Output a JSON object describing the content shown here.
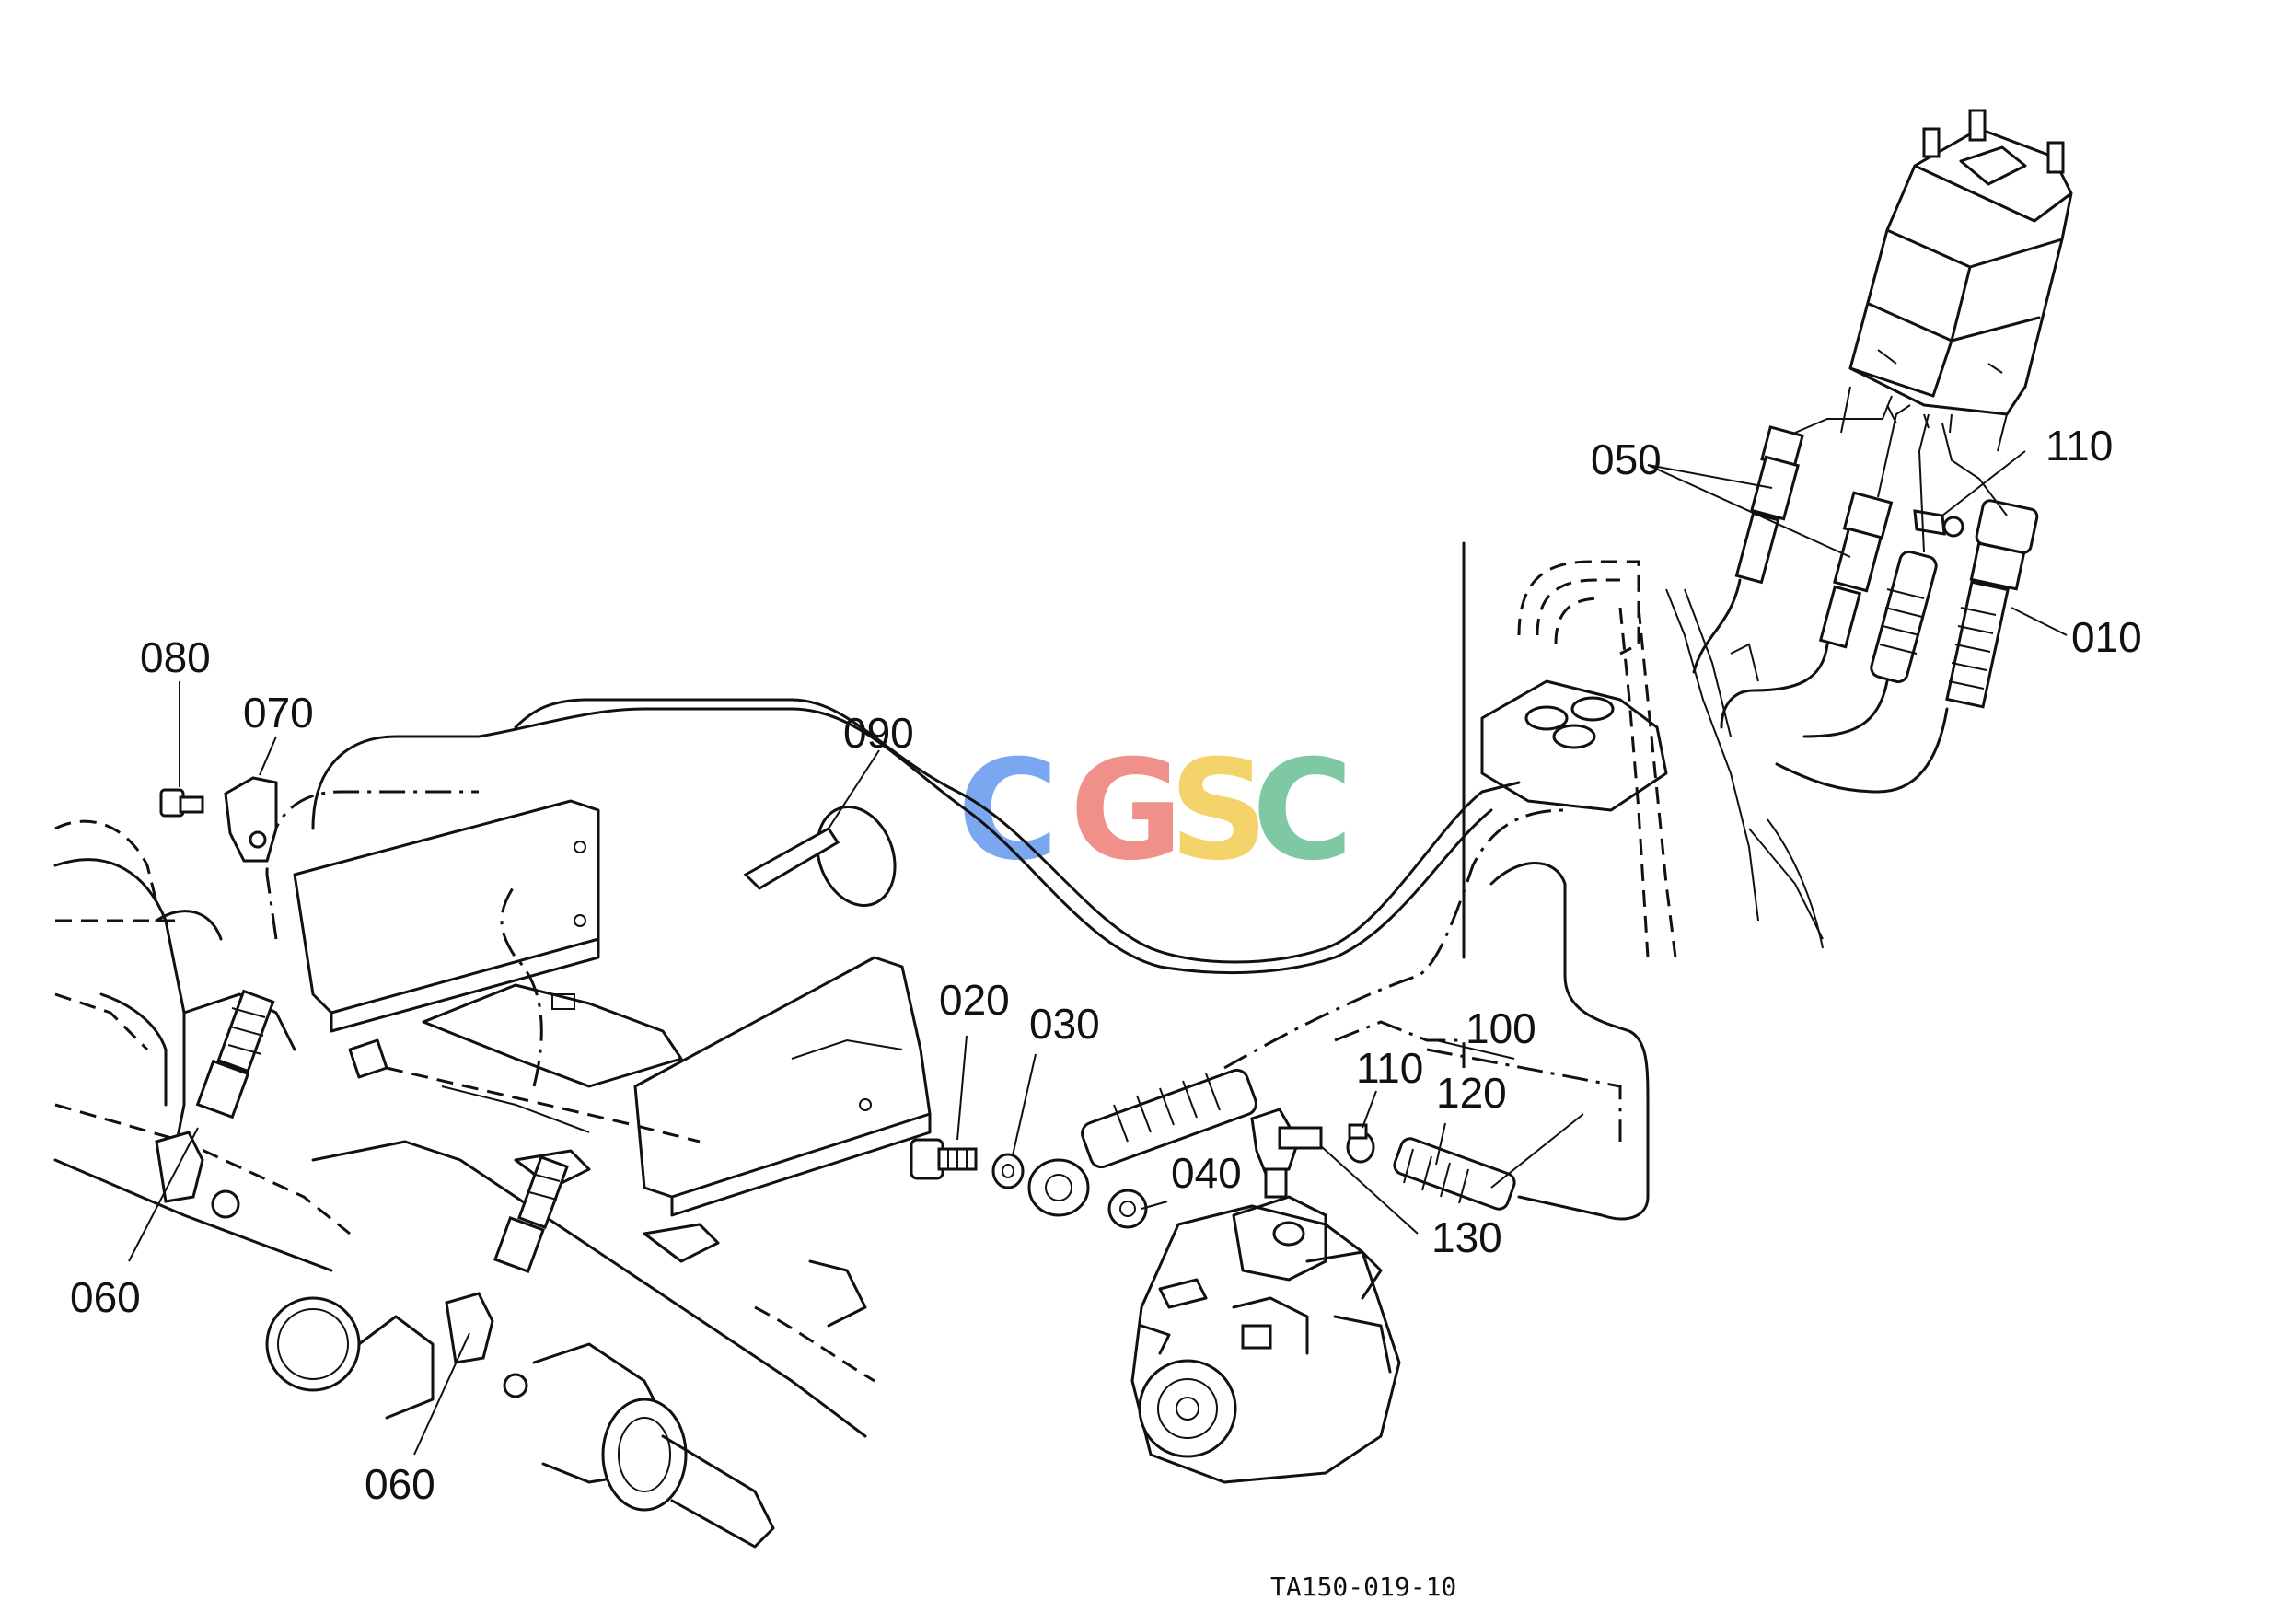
{
  "diagram": {
    "labels": {
      "p010": "010",
      "p020": "020",
      "p030": "030",
      "p040": "040",
      "p050": "050",
      "p060a": "060",
      "p060b": "060",
      "p070": "070",
      "p080": "080",
      "p090": "090",
      "p100": "100",
      "p110a": "110",
      "p110b": "110",
      "p120": "120",
      "p130": "130"
    },
    "drawing_code": "TA150-019-10",
    "watermark": {
      "letters": [
        "C",
        "G",
        "S",
        "C"
      ],
      "colors": [
        "#7BA7F0",
        "#F0908A",
        "#F5D36B",
        "#7FC8A4"
      ]
    }
  }
}
